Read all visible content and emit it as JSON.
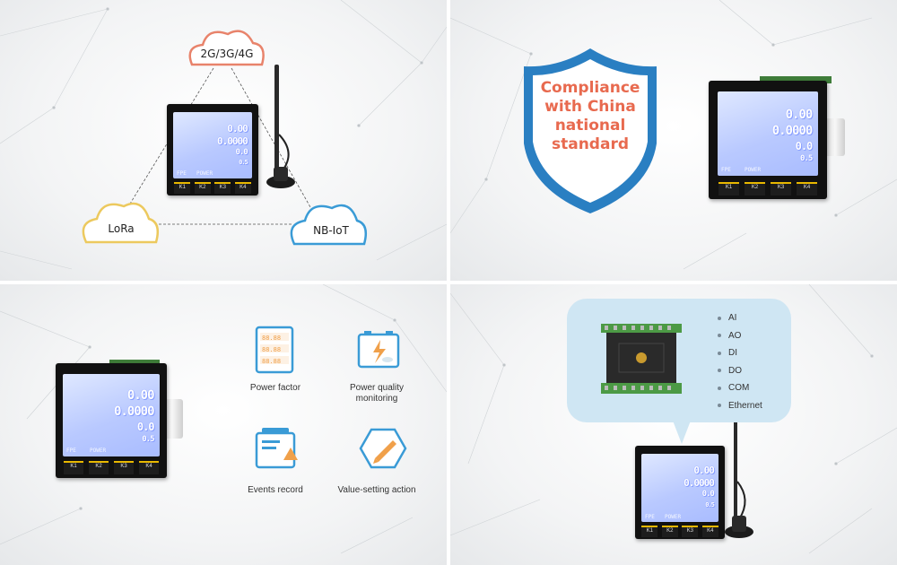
{
  "panel1": {
    "clouds": {
      "cellular": "2G/3G/4G",
      "lora": "LoRa",
      "nbiot": "NB-IoT"
    }
  },
  "panel2": {
    "shield_text": "Compliance with China national standard"
  },
  "panel3": {
    "features": [
      {
        "label": "Power factor",
        "icon": "power-factor-icon"
      },
      {
        "label": "Power quality monitoring",
        "icon": "power-quality-icon"
      },
      {
        "label": "Events record",
        "icon": "events-record-icon"
      },
      {
        "label": "Value-setting action",
        "icon": "value-setting-icon"
      }
    ]
  },
  "panel4": {
    "io_list": [
      "AI",
      "AO",
      "DI",
      "DO",
      "COM",
      "Ethernet"
    ]
  },
  "meter": {
    "readings": [
      "0.00",
      "0.0000",
      "0.0",
      "0.5"
    ],
    "buttons": [
      "K1",
      "K2",
      "K3",
      "K4"
    ],
    "small_labels": [
      "FPE",
      "POWER"
    ]
  },
  "colors": {
    "cloud_cellular": "#e8836b",
    "cloud_lora": "#ecc95e",
    "cloud_nbiot": "#3a9bd6",
    "shield_blue": "#2a7fc2",
    "shield_text": "#e86a4f",
    "icon_orange": "#f0a04a",
    "icon_blue": "#3a9bd6",
    "bubble": "#cfe6f3",
    "button_accent": "#e8b800"
  }
}
